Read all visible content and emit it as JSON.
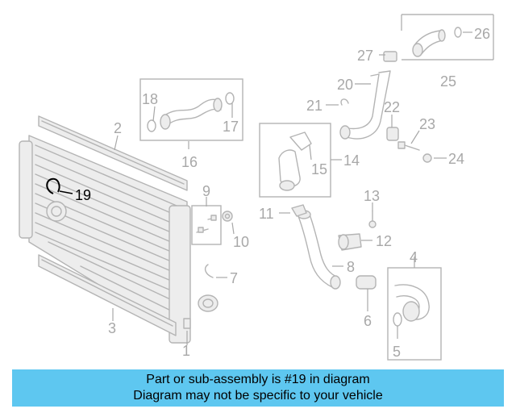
{
  "callouts": {
    "c1": "1",
    "c2": "2",
    "c3": "3",
    "c4": "4",
    "c5": "5",
    "c6": "6",
    "c7": "7",
    "c8": "8",
    "c9": "9",
    "c10": "10",
    "c11": "11",
    "c12": "12",
    "c13": "13",
    "c14": "14",
    "c15": "15",
    "c16": "16",
    "c17": "17",
    "c18": "18",
    "c19": "19",
    "c20": "20",
    "c21": "21",
    "c22": "22",
    "c23": "23",
    "c24": "24",
    "c25": "25",
    "c26": "26",
    "c27": "27"
  },
  "highlighted_part": "19",
  "colors": {
    "banner": "#5ec7f0",
    "highlight": "#000000",
    "diagram_lines": "#b4b4b4"
  },
  "banner": {
    "line1": "Part or sub-assembly is #19 in diagram",
    "line2": "Diagram may not be specific to your vehicle"
  }
}
